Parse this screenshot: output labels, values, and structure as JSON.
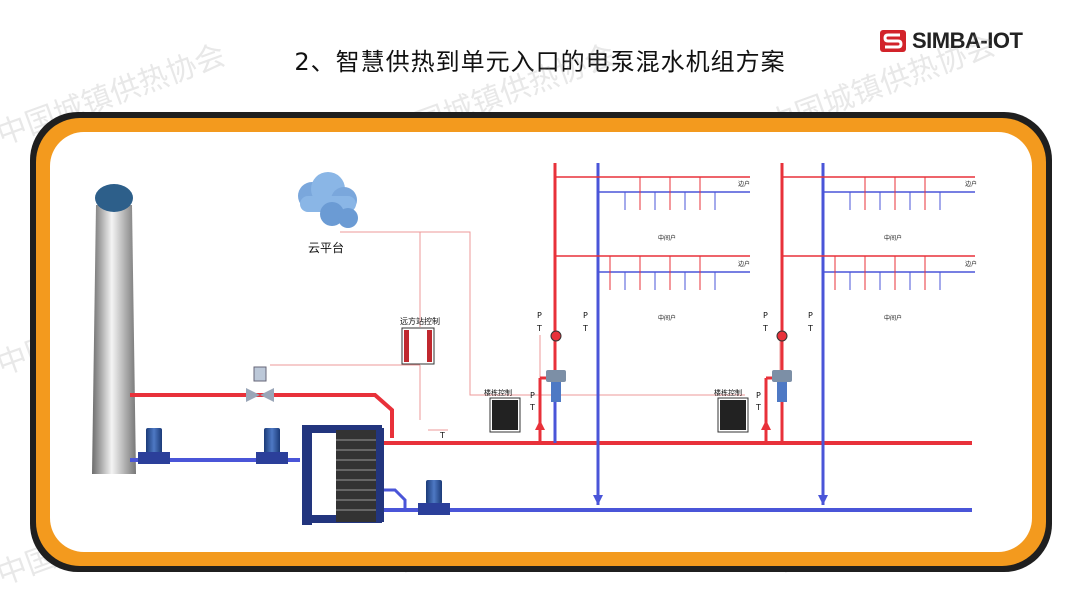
{
  "title": "2、智慧供热到单元入口的电泵混水机组方案",
  "logo": {
    "text": "SIMBA-IOT"
  },
  "watermark": "中国城镇供热协会",
  "labels": {
    "cloud": "云平台",
    "remote_control": "远方站控制",
    "building_control": "楼栋控制",
    "building_control_2": "楼栋控制",
    "edge_household": "边户",
    "middle_household": "中间户",
    "pressure": "P",
    "temperature": "T"
  },
  "colors": {
    "supply": "#e8313a",
    "return": "#4a55d8",
    "frame_orange": "#f39a1e",
    "frame_dark": "#1f1f1f",
    "equipment_blue": "#2b3f9a"
  }
}
